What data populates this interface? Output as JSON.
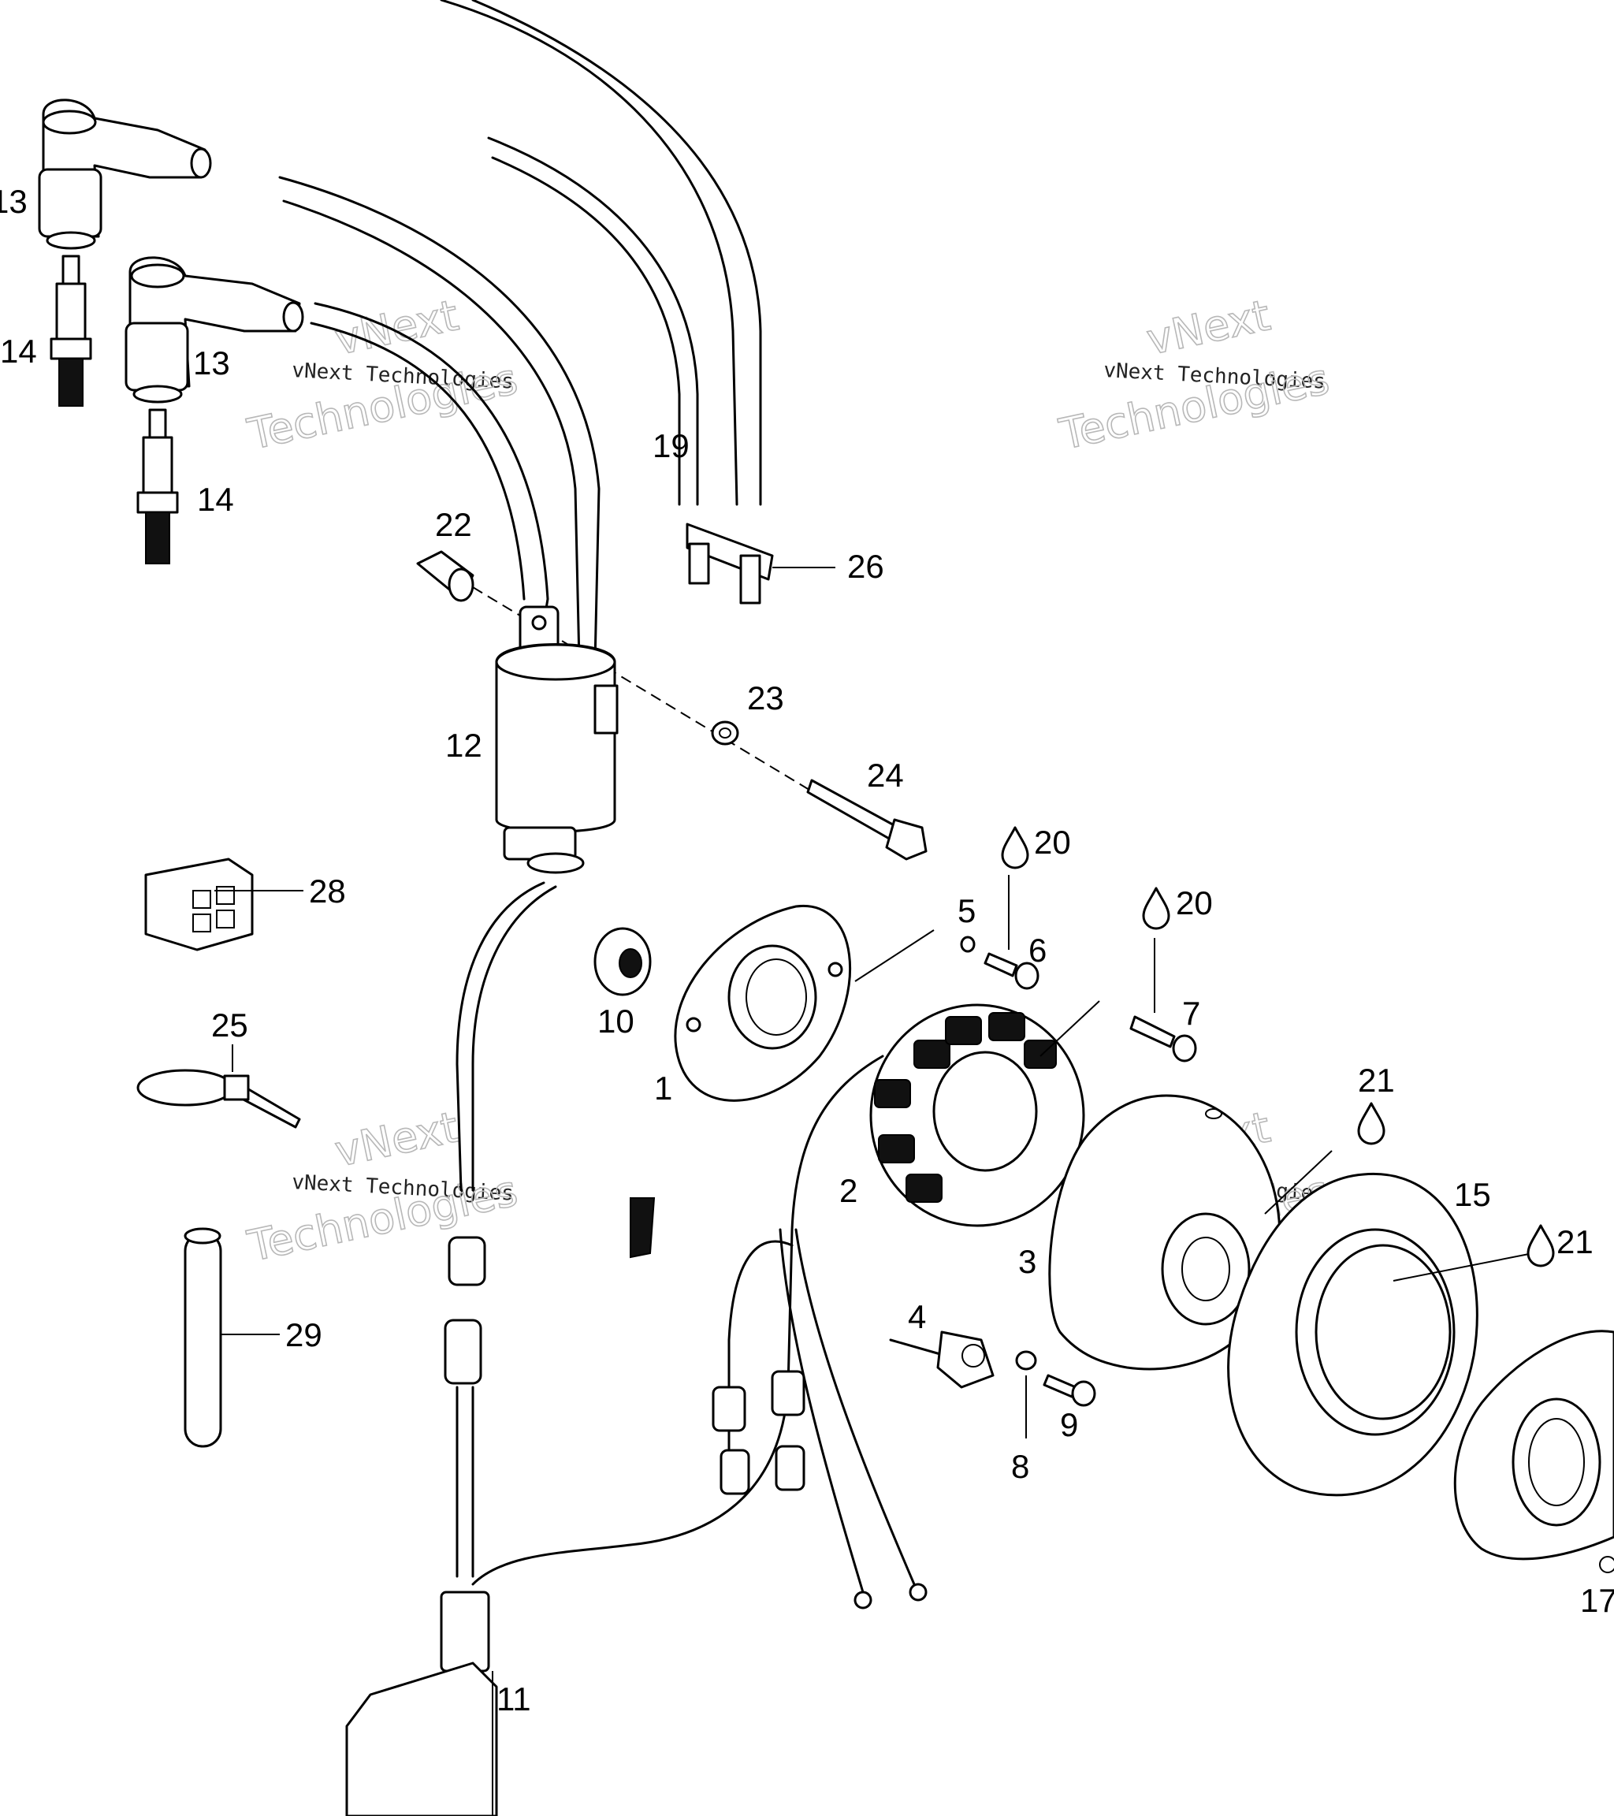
{
  "labels": {
    "l1": "1",
    "l2": "2",
    "l3": "3",
    "l4": "4",
    "l5": "5",
    "l6": "6",
    "l7": "7",
    "l8": "8",
    "l9": "9",
    "l10": "10",
    "l11": "11",
    "l12": "12",
    "l13a": "13",
    "l13b": "13",
    "l14a": "14",
    "l14b": "14",
    "l15": "15",
    "l17": "17",
    "l19": "19",
    "l20a": "20",
    "l20b": "20",
    "l21a": "21",
    "l21b": "21",
    "l22": "22",
    "l23": "23",
    "l24": "24",
    "l25": "25",
    "l26": "26",
    "l28": "28",
    "l29": "29"
  },
  "watermark": {
    "brand": "vNext",
    "line": "vNext Technologies",
    "word": "Technologies"
  }
}
